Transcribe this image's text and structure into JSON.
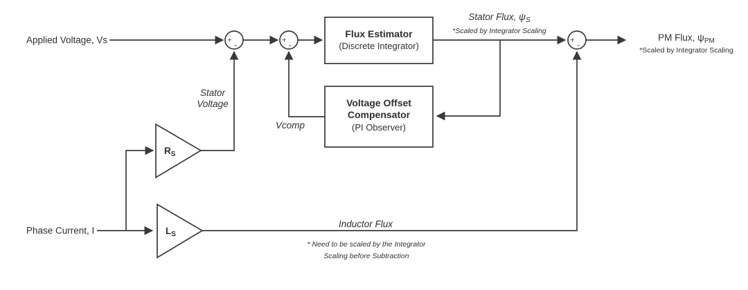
{
  "colors": {
    "background": "#ffffff",
    "line": "#3a3a3a",
    "text": "#2f2f2f"
  },
  "inputs": {
    "applied_voltage": "Applied Voltage, Vs",
    "phase_current": "Phase Current, I"
  },
  "blocks": {
    "flux_estimator": {
      "title": "Flux Estimator",
      "subtitle": "(Discrete Integrator)"
    },
    "voltage_offset_compensator": {
      "title_line1": "Voltage Offset",
      "title_line2": "Compensator",
      "subtitle": "(PI Observer)"
    }
  },
  "gains": {
    "rs": {
      "symbol": "R",
      "subscript": "S"
    },
    "ls": {
      "symbol": "L",
      "subscript": "S"
    }
  },
  "signals": {
    "stator_voltage": {
      "line1": "Stator",
      "line2": "Voltage"
    },
    "vcomp": "Vcomp",
    "stator_flux": {
      "label": "Stator Flux, ψ",
      "subscript": "S",
      "note": "*Scaled by Integrator Scaling"
    },
    "pm_flux": {
      "label": "PM Flux, ψ",
      "subscript": "PM",
      "note": "*Scaled by Integrator Scaling"
    },
    "inductor_flux": "Inductor Flux"
  },
  "summing": {
    "plus": "+",
    "minus": "-"
  },
  "footnote": {
    "line1": "* Need to be scaled by the Integrator",
    "line2": "Scaling before Subtraction"
  }
}
